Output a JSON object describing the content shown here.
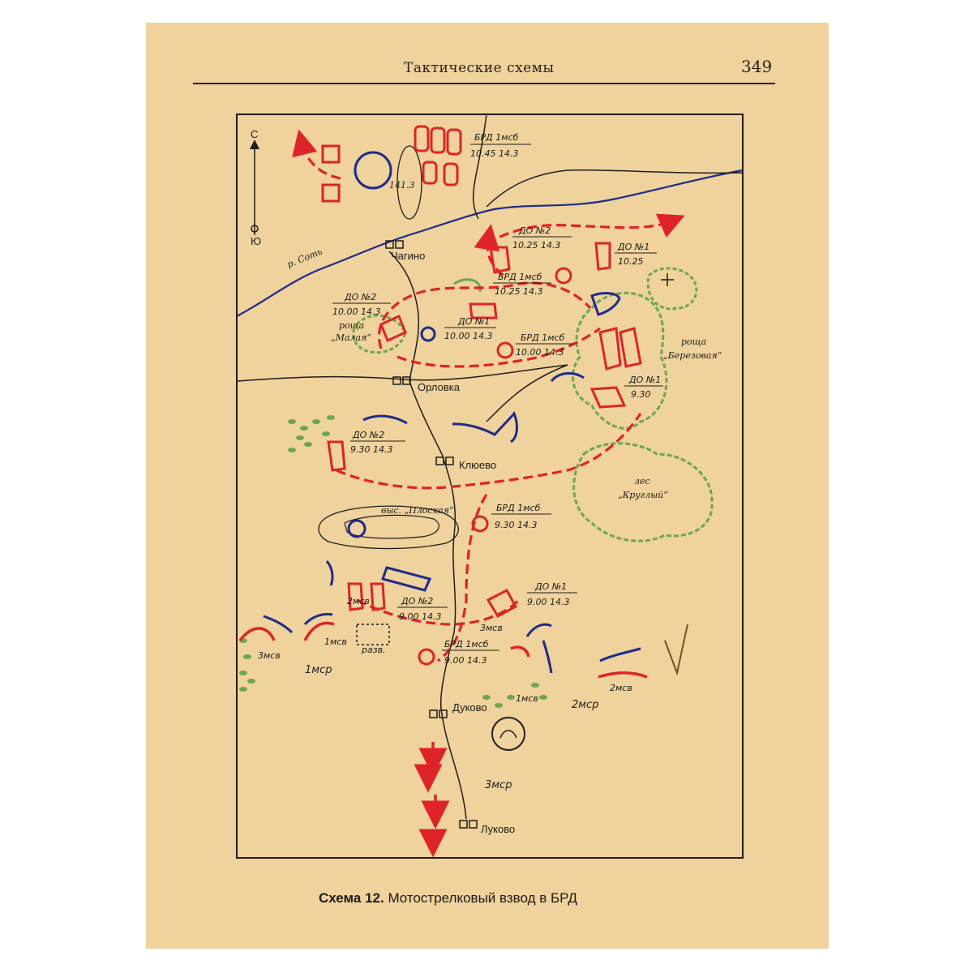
{
  "header": {
    "title": "Тактические схемы",
    "page_number": "349"
  },
  "caption": {
    "prefix": "Схема 12.",
    "text": "Мотострелковый взвод в БРД"
  },
  "colors": {
    "paper": "#efd29c",
    "friendly": "#e0222a",
    "enemy": "#1c2b8c",
    "woods": "#6aa84f",
    "ink": "#1d1d1d"
  },
  "compass": {
    "north": "С",
    "south": "Ю"
  },
  "river": {
    "name": "р. Соть"
  },
  "settlements": {
    "chagino": "Чагино",
    "orlovka": "Орловка",
    "klyuevo": "Клюево",
    "dukovo": "Дуково",
    "lukovo": "Луково"
  },
  "terrain": {
    "grove_malaya_1": "роща",
    "grove_malaya_2": "„Малая“",
    "grove_berezovaya_1": "роща",
    "grove_berezovaya_2": "„Березовая“",
    "forest_krugly_1": "лес",
    "forest_krugly_2": "„Круглый“",
    "height_ploskaya": "выс. „Плоская“",
    "height_141": "141.3"
  },
  "annotations": {
    "brd_top": {
      "title": "БРД 1мсб",
      "time": "10.45 14.3"
    },
    "do2_1025": {
      "title": "ДО №2",
      "time": "10.25 14.3"
    },
    "do1_1025": {
      "title": "ДО №1",
      "time": "10.25"
    },
    "brd_1025": {
      "title": "БРД 1мсб",
      "time": "10.25 14.3"
    },
    "do2_1000": {
      "title": "ДО №2",
      "time": "10.00 14.3"
    },
    "do1_1000": {
      "title": "ДО №1",
      "time": "10.00 14.3"
    },
    "brd_1000": {
      "title": "БРД 1мсб",
      "time": "10.00 14.3"
    },
    "do1_930": {
      "title": "ДО №1",
      "time": "9.30"
    },
    "do2_930": {
      "title": "ДО №2",
      "time": "9.30 14.3"
    },
    "brd_930": {
      "title": "БРД 1мсб",
      "time": "9.30 14.3"
    },
    "do1_900": {
      "title": "ДО №1",
      "time": "9.00 14.3"
    },
    "do2_900": {
      "title": "ДО №2",
      "time": "9.00 14.3"
    },
    "brd_900": {
      "title": "БРД 1мсб",
      "time": "9.00 14.3"
    }
  },
  "units": {
    "msv2_left": "2мсв",
    "msv1_left": "1мсв",
    "msv3_left": "3мсв",
    "razv": "разв.",
    "msr1": "1мср",
    "msv3_mid": "3мсв",
    "msv1_mid": "1мсв",
    "msr2": "2мср",
    "msv2_right": "2мсв",
    "msr3": "3мср"
  }
}
